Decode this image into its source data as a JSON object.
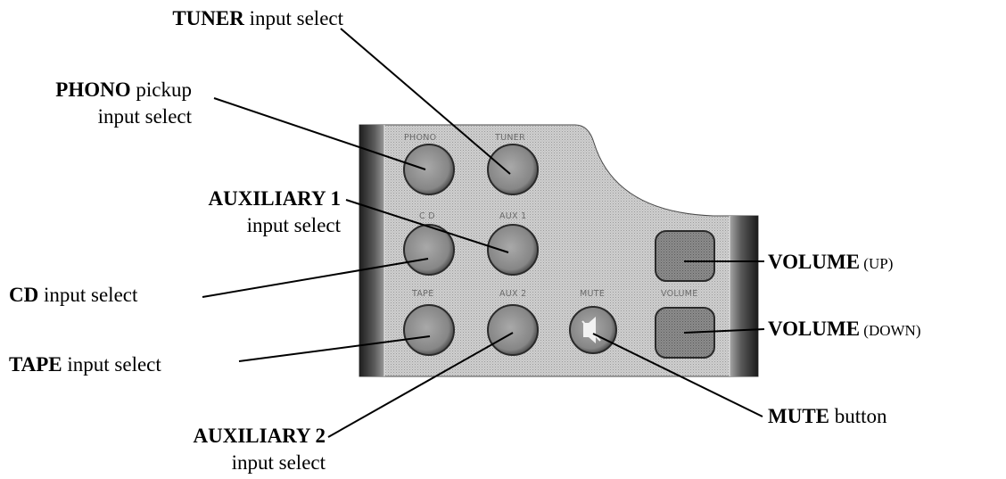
{
  "panel_labels": {
    "phono": "PHONO",
    "tuner": "TUNER",
    "cd": "C D",
    "aux1": "AUX 1",
    "tape": "TAPE",
    "aux2": "AUX 2",
    "mute": "MUTE",
    "volume": "VOLUME"
  },
  "callouts": {
    "tuner": {
      "bold": "TUNER",
      "rest": " input select"
    },
    "phono": {
      "bold": "PHONO",
      "rest": " pickup",
      "line2": "input select"
    },
    "aux1": {
      "bold": "AUXILIARY 1",
      "line2": "input select"
    },
    "cd": {
      "bold": "CD",
      "rest": " input select"
    },
    "tape": {
      "bold": "TAPE",
      "rest": " input select"
    },
    "aux2": {
      "bold": "AUXILIARY 2",
      "line2": "input select"
    },
    "vol_up": {
      "bold": "VOLUME",
      "paren": " (UP)"
    },
    "vol_down": {
      "bold": "VOLUME",
      "paren": " (DOWN)"
    },
    "mute": {
      "bold": "MUTE",
      "rest": " button"
    }
  },
  "colors": {
    "panel": "#c8c8c8",
    "button": "#8e8e8e",
    "edge": "#3a3a3a",
    "leader": "#000000"
  }
}
